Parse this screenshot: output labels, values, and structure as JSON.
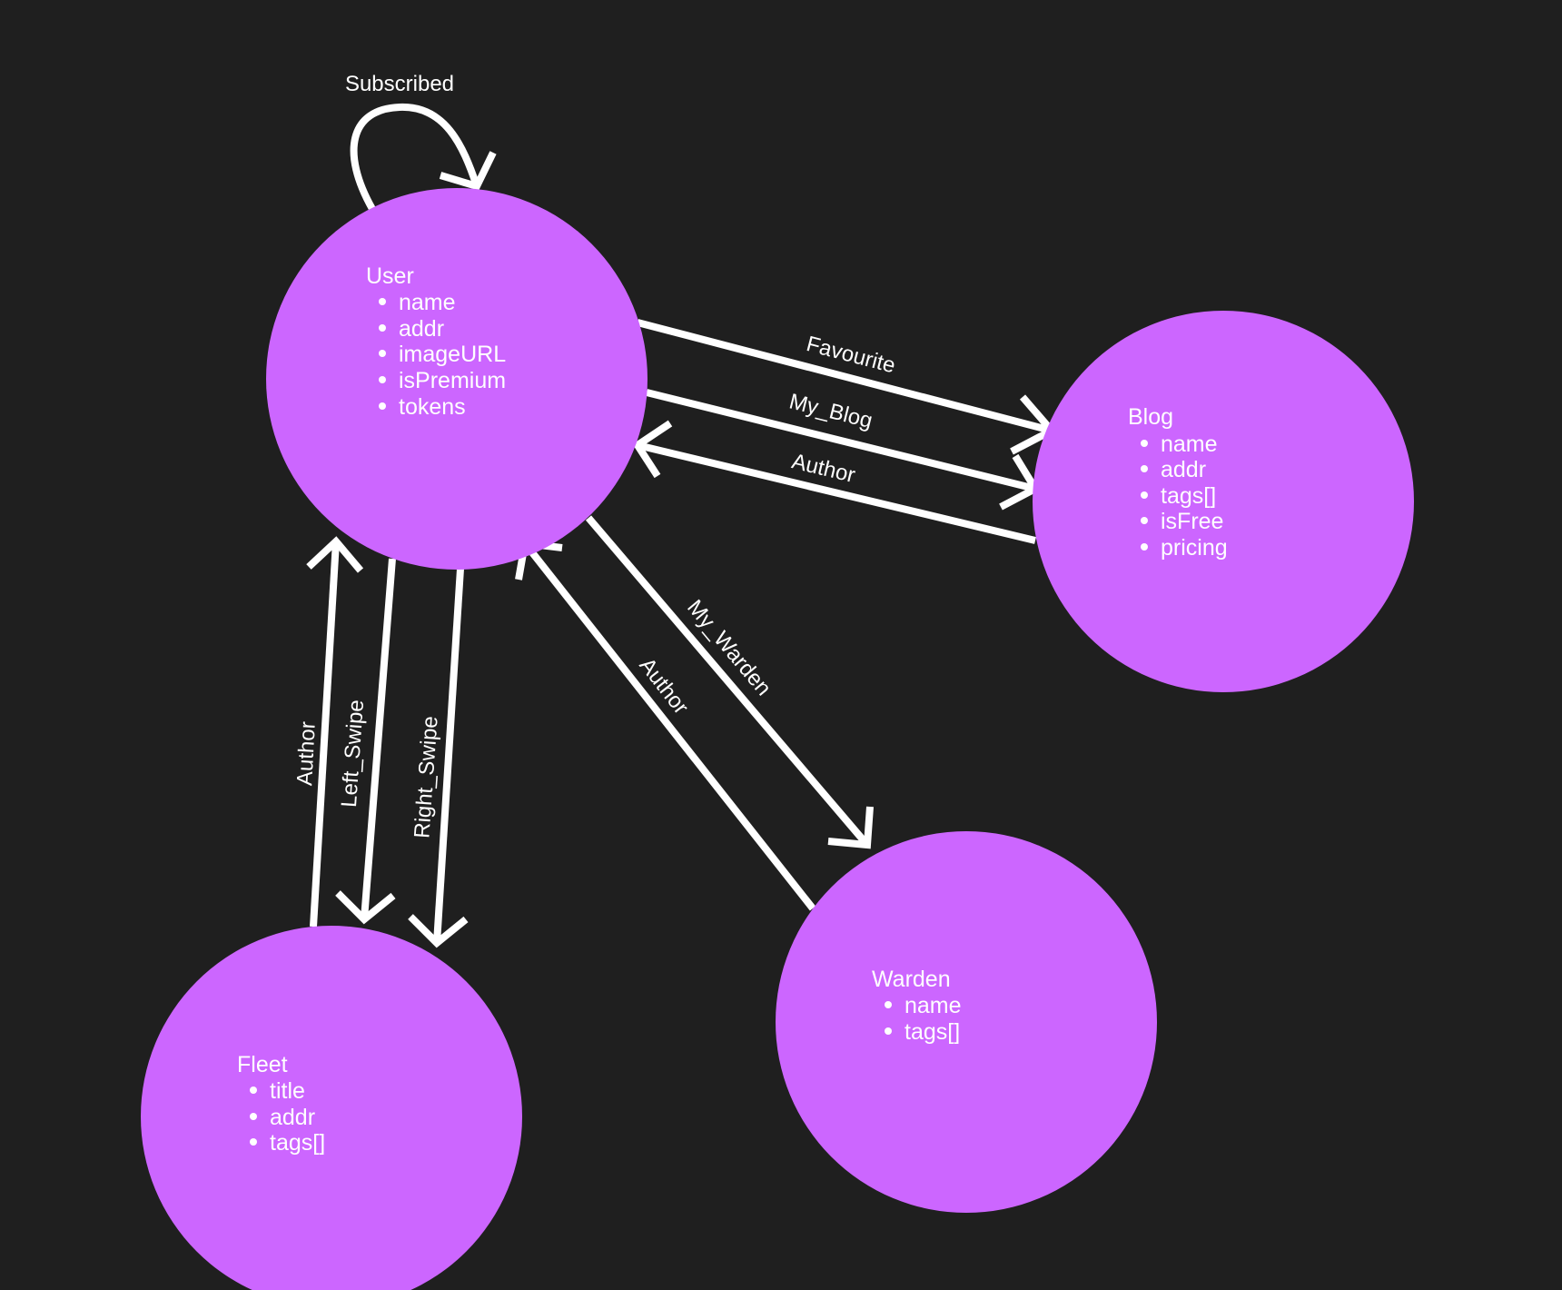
{
  "colors": {
    "background": "#1f1f1f",
    "node": "#cc66ff",
    "edge": "#ffffff",
    "text": "#ffffff"
  },
  "nodes": {
    "user": {
      "title": "User",
      "fields": [
        "name",
        "addr",
        "imageURL",
        "isPremium",
        "tokens"
      ]
    },
    "blog": {
      "title": "Blog",
      "fields": [
        "name",
        "addr",
        "tags[]",
        "isFree",
        "pricing"
      ]
    },
    "warden": {
      "title": "Warden",
      "fields": [
        "name",
        "tags[]"
      ]
    },
    "fleet": {
      "title": "Fleet",
      "fields": [
        "title",
        "addr",
        "tags[]"
      ]
    }
  },
  "edges": {
    "subscribed": {
      "label": "Subscribed",
      "from": "User",
      "to": "User"
    },
    "favourite": {
      "label": "Favourite",
      "from": "User",
      "to": "Blog"
    },
    "my_blog": {
      "label": "My_Blog",
      "from": "User",
      "to": "Blog"
    },
    "author_blog_user": {
      "label": "Author",
      "from": "Blog",
      "to": "User"
    },
    "my_warden": {
      "label": "My_Warden",
      "from": "User",
      "to": "Warden"
    },
    "author_warden_user": {
      "label": "Author",
      "from": "Warden",
      "to": "User"
    },
    "author_fleet_user": {
      "label": "Author",
      "from": "Fleet",
      "to": "User"
    },
    "left_swipe": {
      "label": "Left_Swipe",
      "from": "User",
      "to": "Fleet"
    },
    "right_swipe": {
      "label": "Right_Swipe",
      "from": "User",
      "to": "Fleet"
    }
  }
}
